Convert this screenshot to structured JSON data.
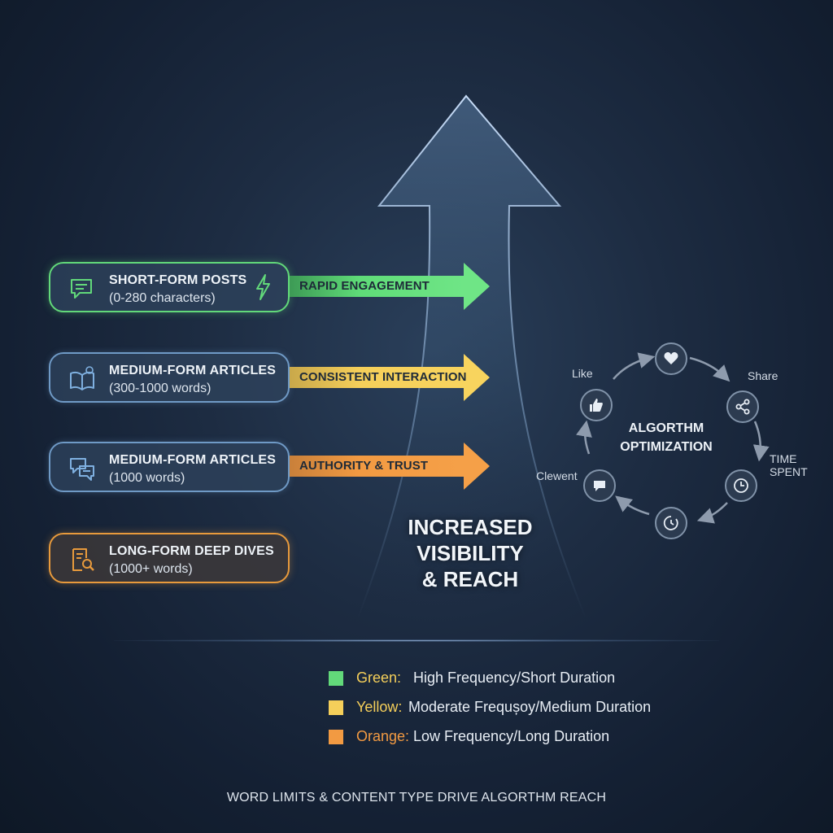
{
  "center": {
    "caption_line1": "INCREASED",
    "caption_line2": "VISIBILITY",
    "caption_line3": "& REACH"
  },
  "content_types": [
    {
      "title": "SHORT-FORM POSTS",
      "sub": "(0-280 characters)",
      "flow_label": "RAPID ENGAGEMENT",
      "color": "#62d97a",
      "icon": "chat-bubble-icon"
    },
    {
      "title": "MEDIUM-FORM ARTICLES",
      "sub": "(300-1000 words)",
      "flow_label": "CONSISTENT INTERACTION",
      "color": "#f5cf5a",
      "icon": "open-book-icon"
    },
    {
      "title": "MEDIUM-FORM ARTICLES",
      "sub": "(1000 words)",
      "flow_label": "AUTHORITY & TRUST",
      "color": "#f29a42",
      "icon": "conversation-icon"
    },
    {
      "title": "LONG-FORM DEEP DIVES",
      "sub": "(1000+ words)",
      "flow_label": "",
      "color": "#e89a3c",
      "icon": "document-search-icon"
    }
  ],
  "cycle": {
    "title_line1": "ALGORTHM",
    "title_line2": "OPTIMIZATION",
    "labels": {
      "like": "Like",
      "share": "Share",
      "time_line1": "TIME",
      "time_line2": "SPENT",
      "comment": "Clewent"
    }
  },
  "legend": [
    {
      "key": "Green:",
      "desc": "High Frequency/Short Duration",
      "color": "#62d97a"
    },
    {
      "key": "Yellow:",
      "desc": "Moderate Frequșoy/Medium Duration",
      "color": "#f5cf5a"
    },
    {
      "key": "Orange:",
      "desc": "Low Frequency/Long Duration",
      "color": "#f29a42"
    }
  ],
  "footer": "WORD LIMITS & CONTENT TYPE DRIVE ALGORTHM REACH"
}
